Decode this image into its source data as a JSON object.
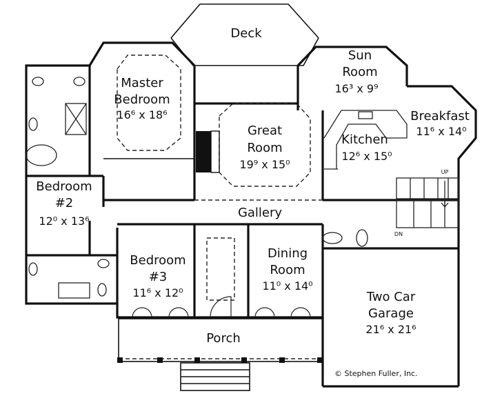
{
  "rooms": [
    {
      "id": "deck",
      "name": "Deck"
    },
    {
      "id": "sun-room",
      "name": "Sun\nRoom",
      "dim": "16³ x 9⁹"
    },
    {
      "id": "master-bedroom",
      "name": "Master\nBedroom",
      "dim": "16⁶ x 18⁶"
    },
    {
      "id": "breakfast",
      "name": "Breakfast",
      "dim": "11⁶ x 14⁰"
    },
    {
      "id": "great-room",
      "name": "Great\nRoom",
      "dim": "19⁹ x 15⁰"
    },
    {
      "id": "kitchen",
      "name": "Kitchen",
      "dim": "12⁶ x 15⁰"
    },
    {
      "id": "bedroom-2",
      "name": "Bedroom\n#2",
      "dim": "12⁰ x 13⁶"
    },
    {
      "id": "gallery",
      "name": "Gallery"
    },
    {
      "id": "bedroom-3",
      "name": "Bedroom\n#3",
      "dim": "11⁶ x 12⁰"
    },
    {
      "id": "dining-room",
      "name": "Dining\nRoom",
      "dim": "11⁰ x 14⁰"
    },
    {
      "id": "two-car-garage",
      "name": "Two Car\nGarage",
      "dim": "21⁶ x 21⁶"
    },
    {
      "id": "porch",
      "name": "Porch"
    }
  ],
  "stair_labels": {
    "up": "UP",
    "down": "DN"
  },
  "credit": "© Stephen Fuller, Inc."
}
